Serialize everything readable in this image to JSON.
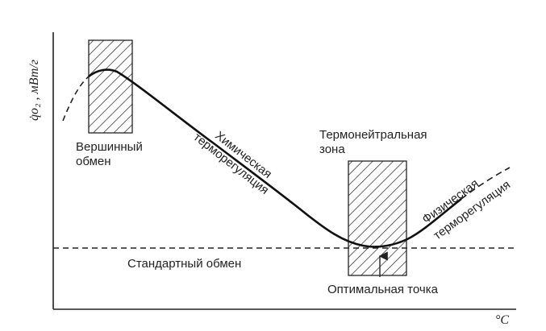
{
  "diagram": {
    "y_axis_label": "q̇o₂ , мВт/г",
    "x_axis_label": "°C",
    "labels": {
      "peak_metabolism_line1": "Вершинный",
      "peak_metabolism_line2": "обмен",
      "chemical_line1": "Химическая",
      "chemical_line2": "терморегуляция",
      "thermoneutral_line1": "Термонейтральная",
      "thermoneutral_line2": "зона",
      "physical_line1": "Физическая",
      "physical_line2": "терморегуляция",
      "standard_metabolism": "Стандартный обмен",
      "optimal_point": "Оптимальная точка"
    }
  }
}
